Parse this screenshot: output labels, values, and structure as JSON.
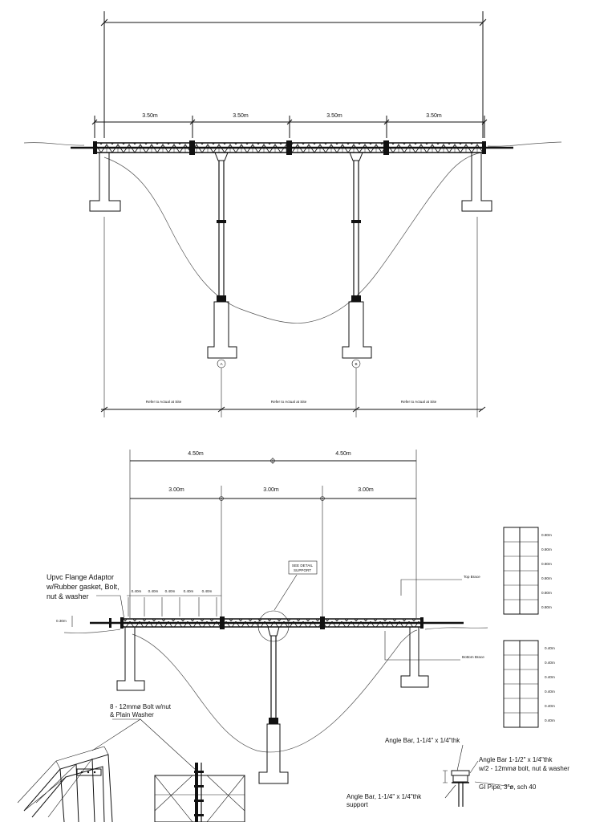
{
  "elevation_top": {
    "span_labels": [
      "3.50m",
      "3.50m",
      "3.50m",
      "3.50m"
    ],
    "pier_labels": [
      "A",
      "B"
    ],
    "refer_labels": [
      "Refer to Actual at Site",
      "Refer to Actual at Site",
      "Refer to Actual at Site"
    ]
  },
  "elevation_bottom": {
    "top_dims": [
      "4.50m",
      "4.50m"
    ],
    "mid_dims": [
      "3.00m",
      "3.00m",
      "3.00m"
    ],
    "panel_dims": [
      "0.40m",
      "0.40m",
      "0.40m",
      "0.40m",
      "0.40m"
    ],
    "height_dim": "0.30m",
    "flange_note": [
      "Upvc Flange Adaptor",
      "w/Rubber gasket, Bolt,",
      "nut & washer"
    ],
    "detail_box": [
      "SEE DETAIL",
      "SUPPORT"
    ],
    "top_brace": "Top Brace",
    "bottom_brace": "Bottom Brace",
    "top_brace_dims": [
      "0.80m",
      "0.80m",
      "0.80m",
      "0.80m",
      "0.80m",
      "0.80m"
    ],
    "bottom_brace_dims": [
      "0.40m",
      "0.40m",
      "0.40m",
      "0.40m",
      "0.40m",
      "0.40m"
    ]
  },
  "details": {
    "bolt_note": [
      "8 - 12mmø Bolt w/nut",
      "& Plain Washer"
    ],
    "angle_top": "Angle Bar, 1-1/4\" x 1/4\"thk",
    "angle_mid": [
      "Angle Bar 1-1/2\" x 1/4\"thk",
      "w/2 - 12mmø bolt, nut & washer"
    ],
    "gi_pipe": "GI Pipe, 3\"ø, sch 40",
    "angle_bottom": [
      "Angle Bar, 1-1/4\" x 1/4\"thk",
      "support"
    ]
  }
}
